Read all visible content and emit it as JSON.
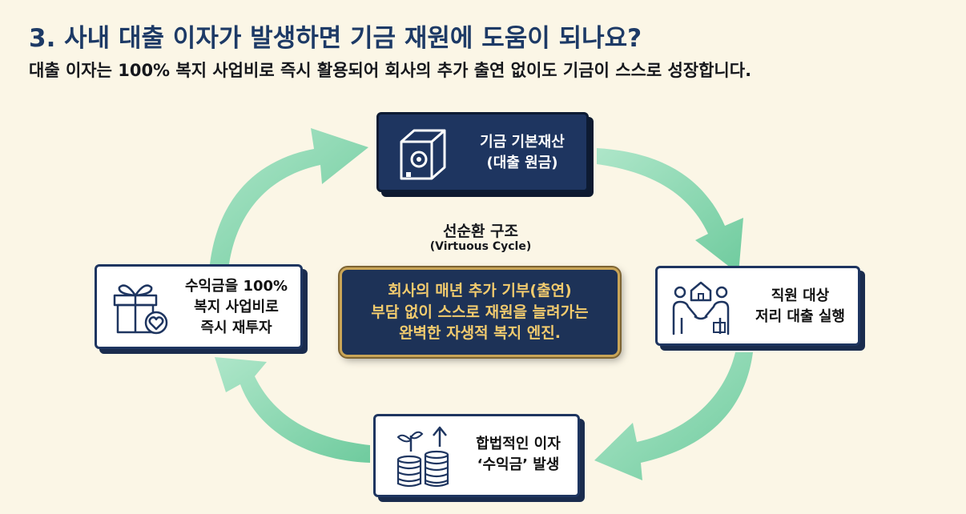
{
  "title": "3. 사내 대출 이자가 발생하면 기금 재원에 도움이 되나요?",
  "subtitle": "대출 이자는 100% 복지 사업비로 즉시 활용되어 회사의 추가 출연 없이도 기금이 스스로 성장합니다.",
  "center": {
    "title": "선순환 구조",
    "subtitle": "(Virtuous Cycle)",
    "message_lines": [
      "회사의 매년 추가 기부(출연)",
      "부담 없이 스스로 재원을 늘려가는",
      "완벽한 자생적 복지 엔진."
    ]
  },
  "nodes": {
    "top": {
      "lines": [
        "기금 기본재산",
        "(대출 원금)"
      ],
      "icon": "safe-icon"
    },
    "right": {
      "lines": [
        "직원 대상",
        "저리 대출 실행"
      ],
      "icon": "handshake-house-icon"
    },
    "bottom": {
      "lines": [
        "합법적인 이자",
        "‘수익금’ 발생"
      ],
      "icon": "coins-growth-icon"
    },
    "left": {
      "lines": [
        "수익금을 100%",
        "복지 사업비로",
        "즉시 재투자"
      ],
      "icon": "gift-heart-icon"
    }
  },
  "colors": {
    "navy": "#1e3560",
    "arrow_green": "#7fd2aa",
    "gold": "#c9a557",
    "background": "#fbf6e6"
  }
}
